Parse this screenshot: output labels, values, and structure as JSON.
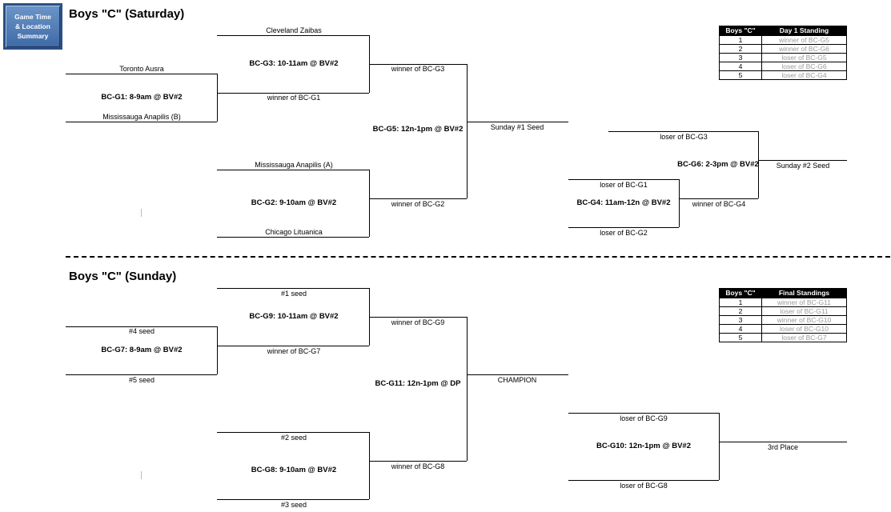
{
  "summary_button": {
    "label": "Game Time\n& Location\nSummary"
  },
  "saturday": {
    "title": "Boys \"C\" (Saturday)",
    "g1": {
      "game": "BC-G1: 8-9am @ BV#2",
      "top": "Toronto Ausra",
      "bottom": "Mississauga Anapilis (B)"
    },
    "g2": {
      "game": "BC-G2: 9-10am @ BV#2",
      "top": "Mississauga Anapilis (A)",
      "bottom": "Chicago Lituanica"
    },
    "g3": {
      "game": "BC-G3: 10-11am @ BV#2",
      "top": "Cleveland Zaibas",
      "bottom": "winner of BC-G1"
    },
    "g5": {
      "game": "BC-G5: 12n-1pm @ BV#2",
      "top": "winner of BC-G3",
      "bottom": "winner of BC-G2",
      "result": "Sunday #1 Seed"
    },
    "g4": {
      "game": "BC-G4: 11am-12n @ BV#2",
      "top": "loser of BC-G1",
      "bottom": "loser of BC-G2"
    },
    "g6": {
      "game": "BC-G6: 2-3pm @ BV#2",
      "top": "loser of BC-G3",
      "bottom": "winner of BC-G4",
      "result": "Sunday #2 Seed"
    },
    "standings": {
      "header": [
        "Boys \"C\"",
        "Day 1 Standing"
      ],
      "rows": [
        {
          "rank": "1",
          "team": "winner of BC-G5"
        },
        {
          "rank": "2",
          "team": "winner of BC-G6"
        },
        {
          "rank": "3",
          "team": "loser of BC-G5"
        },
        {
          "rank": "4",
          "team": "loser of BC-G6"
        },
        {
          "rank": "5",
          "team": "loser of BC-G4"
        }
      ]
    }
  },
  "sunday": {
    "title": "Boys \"C\" (Sunday)",
    "g7": {
      "game": "BC-G7: 8-9am @ BV#2",
      "top": "#4 seed",
      "bottom": "#5 seed"
    },
    "g8": {
      "game": "BC-G8: 9-10am @ BV#2",
      "top": "#2 seed",
      "bottom": "#3 seed"
    },
    "g9": {
      "game": "BC-G9: 10-11am @ BV#2",
      "top": "#1 seed",
      "bottom": "winner of BC-G7"
    },
    "g11": {
      "game": "BC-G11: 12n-1pm @ DP",
      "top": "winner of BC-G9",
      "bottom": "winner of BC-G8",
      "result": "CHAMPION"
    },
    "g10": {
      "game": "BC-G10: 12n-1pm @ BV#2",
      "top": "loser of BC-G9",
      "bottom": "loser of BC-G8",
      "result": "3rd Place"
    },
    "standings": {
      "header": [
        "Boys \"C\"",
        "Final Standings"
      ],
      "rows": [
        {
          "rank": "1",
          "team": "winner of BC-G11"
        },
        {
          "rank": "2",
          "team": "loser of BC-G11"
        },
        {
          "rank": "3",
          "team": "winner of BC-G10"
        },
        {
          "rank": "4",
          "team": "loser of BC-G10"
        },
        {
          "rank": "5",
          "team": "loser of BC-G7"
        }
      ]
    }
  }
}
